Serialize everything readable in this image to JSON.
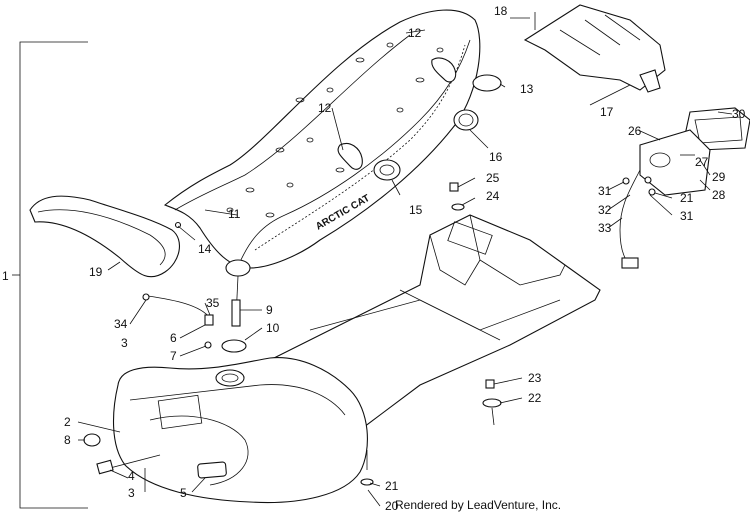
{
  "diagram": {
    "credit": "Rendered by LeadVenture, Inc.",
    "seat_logo": "ARCTIC CAT",
    "labels": {
      "p1": "1",
      "p2": "2",
      "p3a": "3",
      "p3b": "3",
      "p4": "4",
      "p5": "5",
      "p6": "6",
      "p7": "7",
      "p8": "8",
      "p9": "9",
      "p10": "10",
      "p11": "11",
      "p12a": "12",
      "p12b": "12",
      "p13": "13",
      "p14": "14",
      "p15": "15",
      "p16": "16",
      "p17": "17",
      "p18": "18",
      "p19": "19",
      "p20": "20",
      "p21a": "21",
      "p21b": "21",
      "p22": "22",
      "p23": "23",
      "p24": "24",
      "p25": "25",
      "p26": "26",
      "p27": "27",
      "p28": "28",
      "p29": "29",
      "p30": "30",
      "p31a": "31",
      "p31b": "31",
      "p32": "32",
      "p33": "33",
      "p34": "34",
      "p35": "35"
    }
  }
}
